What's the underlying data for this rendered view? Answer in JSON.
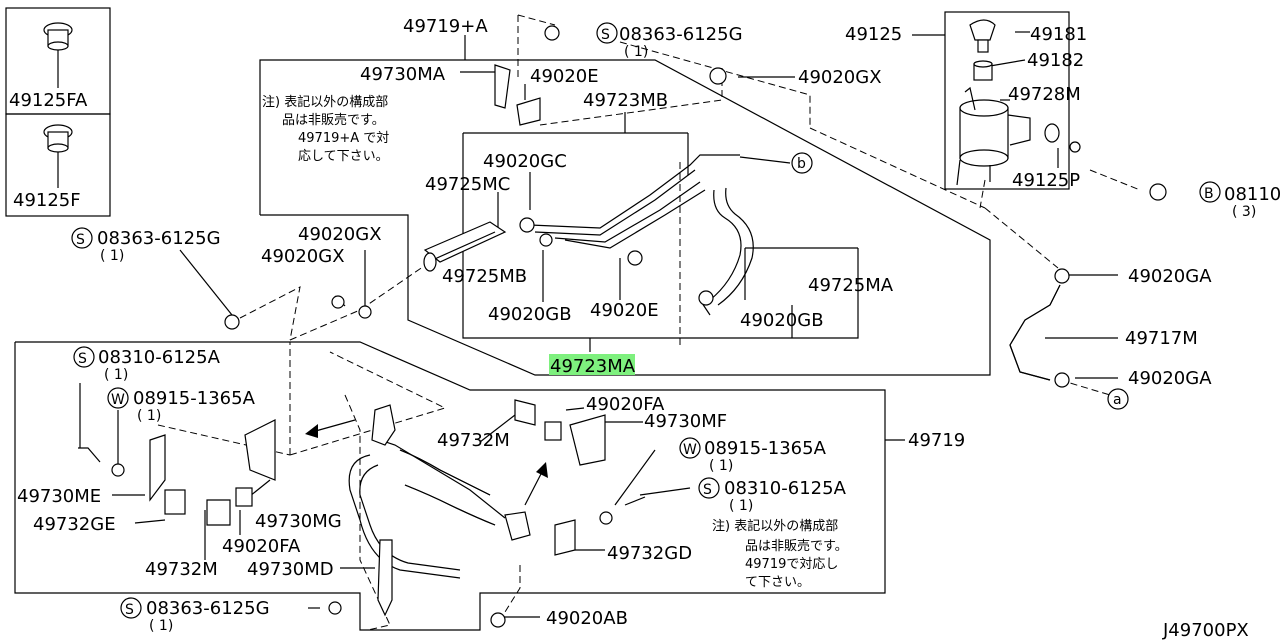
{
  "labels": {
    "fa": "49125FA",
    "f": "49125F",
    "s_top_left": "08363-6125G",
    "s_top_left_qty": "( 1)",
    "part_49719A": "49719+A",
    "s_top": "08363-6125G",
    "s_top_qty": "( 1)",
    "part_49125": "49125",
    "part_49181": "49181",
    "part_49182": "49182",
    "part_49728M": "49728M",
    "part_49125P": "49125P",
    "b_bolt": "08110",
    "b_bolt_qty": "( 3)",
    "part_49730MA": "49730MA",
    "part_49020E_top": "49020E",
    "part_49020GX_top": "49020GX",
    "part_49723MB": "49723MB",
    "part_49020GC": "49020GC",
    "part_49725MC": "49725MC",
    "part_49020GX_l1": "49020GX",
    "part_49020GX_l2": "49020GX",
    "part_49725MB": "49725MB",
    "part_49020GB_l": "49020GB",
    "part_49020E_mid": "49020E",
    "part_49725MA": "49725MA",
    "part_49020GB_r": "49020GB",
    "part_49723MA_hl": "49723M",
    "part_49723MA_tail": "A",
    "part_49020GA_top": "49020GA",
    "part_49717M": "49717M",
    "part_49020GA_bot": "49020GA",
    "s_left": "08310-6125A",
    "s_left_qty": "( 1)",
    "w_left": "08915-1365A",
    "w_left_qty": "( 1)",
    "part_49730ME": "49730ME",
    "part_49732GE": "49732GE",
    "part_49730MG": "49730MG",
    "part_49020FA_l": "49020FA",
    "part_49732M_l": "49732M",
    "part_49730MD": "49730MD",
    "part_49732M_c": "49732M",
    "part_49020FA_r": "49020FA",
    "part_49730MF": "49730MF",
    "part_49719": "49719",
    "w_right": "08915-1365A",
    "w_right_qty": "( 1)",
    "s_right": "08310-6125A",
    "s_right_qty": "( 1)",
    "part_49732GD": "49732GD",
    "s_bottom": "08363-6125G",
    "s_bottom_qty": "( 1)",
    "part_49020AB": "49020AB",
    "diagram_id": "J49700PX",
    "note1_l1": "注) 表記以外の構成部",
    "note1_l2": "品は非販売です。",
    "note1_l3": "49719+A で対",
    "note1_l4": "応して下さい。",
    "note2_l1": "注) 表記以外の構成部",
    "note2_l2": "品は非販売です。",
    "note2_l3": "49719で対応し",
    "note2_l4": "て下さい。",
    "circle_s": "S",
    "circle_w": "W",
    "circle_b": "B",
    "circle_b_small": "b",
    "circle_a_small": "a"
  },
  "colors": {
    "highlight": "#7ef07e",
    "line": "#000000"
  }
}
